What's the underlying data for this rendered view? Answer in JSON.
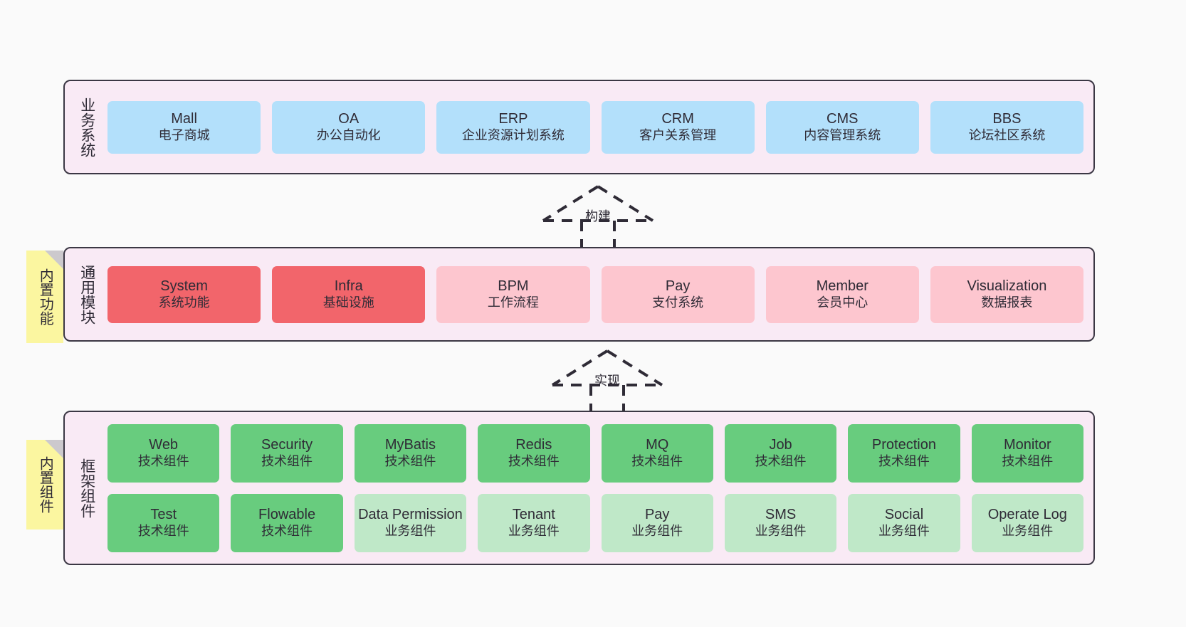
{
  "diagram": {
    "background": "#fafafa",
    "panel_fill": "#f9eaf5",
    "panel_border": "#3b3744",
    "colors": {
      "business": "#b3e0fb",
      "core_red": "#f2656b",
      "core_pink": "#fdc6cf",
      "tech_green": "#68cc7e",
      "biz_green": "#bfe8c8",
      "sticky_yellow": "#fbf6a0",
      "fold_gray": "#ccc9cd"
    }
  },
  "layers": {
    "business": {
      "title": "业务系统",
      "cards": [
        {
          "en": "Mall",
          "cn": "电子商城"
        },
        {
          "en": "OA",
          "cn": "办公自动化"
        },
        {
          "en": "ERP",
          "cn": "企业资源计划系统"
        },
        {
          "en": "CRM",
          "cn": "客户关系管理"
        },
        {
          "en": "CMS",
          "cn": "内容管理系统"
        },
        {
          "en": "BBS",
          "cn": "论坛社区系统"
        }
      ]
    },
    "common": {
      "title": "通用模块",
      "sticky": "内置功能",
      "cards": [
        {
          "en": "System",
          "cn": "系统功能"
        },
        {
          "en": "Infra",
          "cn": "基础设施"
        },
        {
          "en": "BPM",
          "cn": "工作流程"
        },
        {
          "en": "Pay",
          "cn": "支付系统"
        },
        {
          "en": "Member",
          "cn": "会员中心"
        },
        {
          "en": "Visualization",
          "cn": "数据报表"
        }
      ]
    },
    "framework": {
      "title": "框架组件",
      "sticky": "内置组件",
      "row1": [
        {
          "en": "Web",
          "cn": "技术组件"
        },
        {
          "en": "Security",
          "cn": "技术组件"
        },
        {
          "en": "MyBatis",
          "cn": "技术组件"
        },
        {
          "en": "Redis",
          "cn": "技术组件"
        },
        {
          "en": "MQ",
          "cn": "技术组件"
        },
        {
          "en": "Job",
          "cn": "技术组件"
        },
        {
          "en": "Protection",
          "cn": "技术组件"
        },
        {
          "en": "Monitor",
          "cn": "技术组件"
        }
      ],
      "row2": [
        {
          "en": "Test",
          "cn": "技术组件"
        },
        {
          "en": "Flowable",
          "cn": "技术组件"
        },
        {
          "en": "Data Permission",
          "cn": "业务组件"
        },
        {
          "en": "Tenant",
          "cn": "业务组件"
        },
        {
          "en": "Pay",
          "cn": "业务组件"
        },
        {
          "en": "SMS",
          "cn": "业务组件"
        },
        {
          "en": "Social",
          "cn": "业务组件"
        },
        {
          "en": "Operate Log",
          "cn": "业务组件"
        }
      ]
    }
  },
  "arrows": [
    {
      "id": "build",
      "label": "构建",
      "style": "dashed-generalization",
      "direction": "up"
    },
    {
      "id": "implement",
      "label": "实现",
      "style": "dashed-generalization",
      "direction": "up"
    }
  ]
}
